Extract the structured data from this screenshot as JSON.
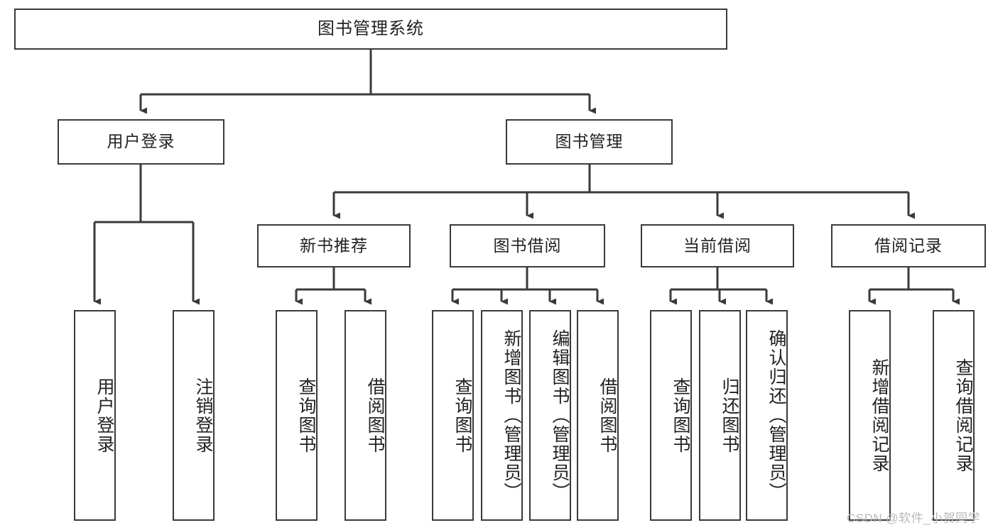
{
  "diagram": {
    "type": "tree-hierarchy-chart",
    "title": "图书管理系统",
    "watermark": "CSDN @软件_小贺同学",
    "colors": {
      "box_border": "#3a3a3a",
      "box_fill": "#ffffff",
      "connector": "#3a3a3a",
      "text": "#222222",
      "watermark": "#b9b9b9",
      "background": "#ffffff"
    },
    "levels": {
      "root": "图书管理系统",
      "level2": [
        "用户登录",
        "图书管理"
      ],
      "level3": [
        "新书推荐",
        "图书借阅",
        "当前借阅",
        "借阅记录"
      ]
    },
    "nodes": {
      "root": {
        "label": "图书管理系统"
      },
      "user_login": {
        "label": "用户登录"
      },
      "book_manage": {
        "label": "图书管理"
      },
      "new_book_rec": {
        "label": "新书推荐"
      },
      "book_borrow": {
        "label": "图书借阅"
      },
      "current_borrow": {
        "label": "当前借阅"
      },
      "borrow_record": {
        "label": "借阅记录"
      },
      "leaf_user_login": {
        "label": "用户登录"
      },
      "leaf_logout": {
        "label": "注销登录"
      },
      "leaf_query_book_1": {
        "label": "查询图书"
      },
      "leaf_borrow_book_1": {
        "label": "借阅图书"
      },
      "leaf_query_book_2": {
        "label": "查询图书"
      },
      "leaf_add_book": {
        "label": "新增图书（管理员）"
      },
      "leaf_edit_book": {
        "label": "编辑图书（管理员）"
      },
      "leaf_borrow_book_2": {
        "label": "借阅图书"
      },
      "leaf_query_book_3": {
        "label": "查询图书"
      },
      "leaf_return_book": {
        "label": "归还图书"
      },
      "leaf_confirm_return": {
        "label": "确认归还（管理员）"
      },
      "leaf_add_record": {
        "label": "新增借阅记录"
      },
      "leaf_query_record": {
        "label": "查询借阅记录"
      }
    }
  }
}
